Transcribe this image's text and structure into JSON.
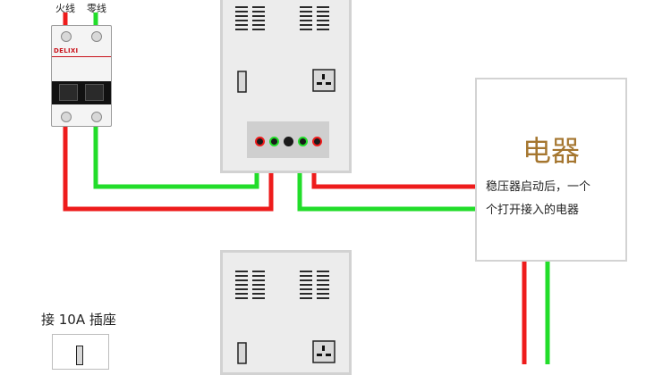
{
  "labels": {
    "live": "火线",
    "neutral": "零线"
  },
  "breaker": {
    "brand": "DELIXI"
  },
  "appliance": {
    "title": "电器",
    "description_line1": "稳压器启动后，一个",
    "description_line2": "个打开接入的电器"
  },
  "socket": {
    "caption": "接 10A 插座"
  },
  "colors": {
    "live_wire": "#ee1c1c",
    "neutral_wire": "#22dd2a",
    "title": "#a5762f"
  },
  "icons": [
    "vent-grille-icon",
    "outlet-icon",
    "terminal-icon"
  ]
}
